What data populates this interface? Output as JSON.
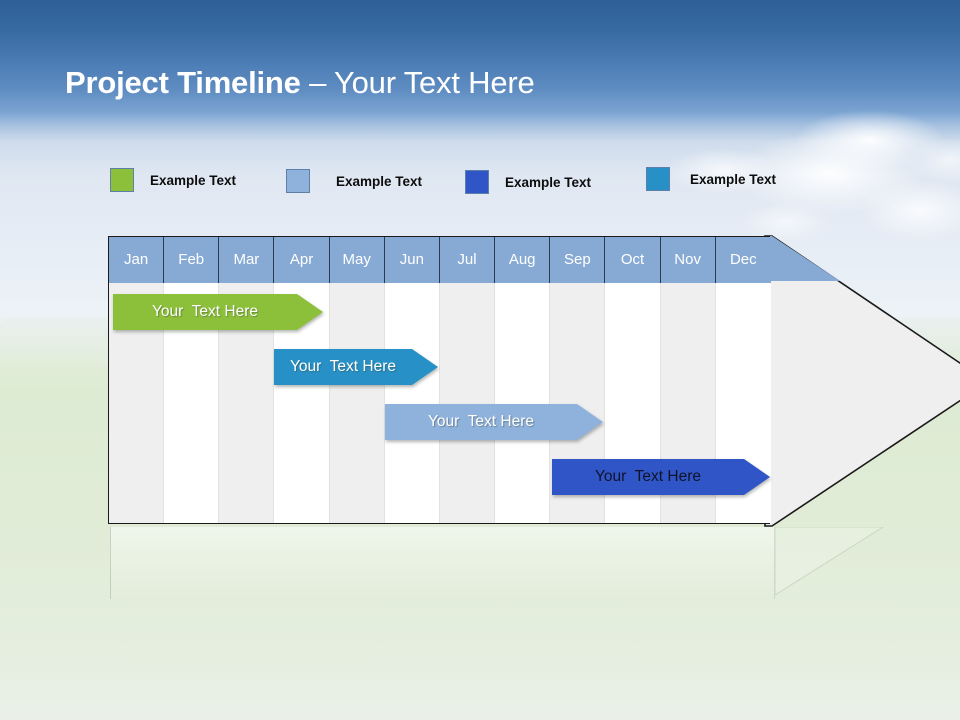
{
  "slide": {
    "title_strong": "Project Timeline",
    "title_dash": " – ",
    "title_light": "Your Text Here"
  },
  "legend": {
    "items": [
      {
        "label": "Example Text",
        "color": "#8cc03a",
        "icon": "legend-swatch-icon"
      },
      {
        "label": "Example Text",
        "color": "#8fb2dc",
        "icon": "legend-swatch-icon"
      },
      {
        "label": "Example Text",
        "color": "#2f55c6",
        "icon": "legend-swatch-icon"
      },
      {
        "label": "Example Text",
        "color": "#2790c6",
        "icon": "legend-swatch-icon"
      }
    ]
  },
  "chart_data": {
    "type": "bar",
    "title": "Project Timeline – Your Text Here",
    "xlabel": "",
    "ylabel": "",
    "categories": [
      "Jan",
      "Feb",
      "Mar",
      "Apr",
      "May",
      "Jun",
      "Jul",
      "Aug",
      "Sep",
      "Oct",
      "Nov",
      "Dec"
    ],
    "legend_position": "top",
    "grid": true,
    "series": [
      {
        "name": "Your  Text Here",
        "color": "#8cc03a",
        "text_color": "#ffffff",
        "start_month": "Jan",
        "end_month": "Apr",
        "start_index": 0,
        "end_index": 3.8,
        "row": 1
      },
      {
        "name": "Your  Text Here",
        "color": "#2790c6",
        "text_color": "#ffffff",
        "start_month": "Apr",
        "end_month": "Jun",
        "start_index": 3.0,
        "end_index": 5.9,
        "row": 2
      },
      {
        "name": "Your  Text Here",
        "color": "#8fb2dc",
        "text_color": "#ffffff",
        "start_month": "Jun",
        "end_month": "Sep",
        "start_index": 5.0,
        "end_index": 8.9,
        "row": 3
      },
      {
        "name": "Your  Text Here",
        "color": "#2f55c6",
        "text_color": "#10142a",
        "start_month": "Sep",
        "end_month": "Dec",
        "start_index": 8.0,
        "end_index": 12.0,
        "row": 4
      }
    ],
    "header_bg": "#87aad5",
    "header_text_color": "#ffffff",
    "stripe_colors": [
      "#efefef",
      "#ffffff"
    ],
    "arrow_fill": "#efefef",
    "arrow_stroke": "#1a1a1a"
  },
  "colors": {
    "title_text": "#ffffff",
    "sky_top": "#2f6098",
    "sky_mid": "#7ba4d2",
    "grass": "#dfeada",
    "legend_text": "#0d0d0d"
  }
}
